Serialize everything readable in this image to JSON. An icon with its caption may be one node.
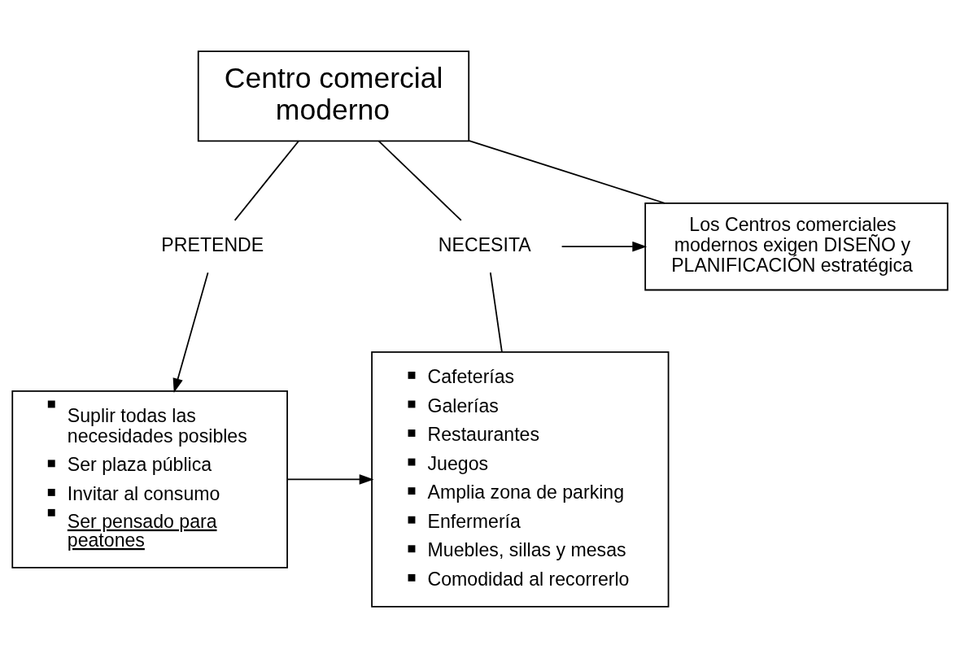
{
  "diagram": {
    "nodes": [
      {
        "text": [
          "Centro comercial moderno"
        ]
      },
      {
        "text": [
          "PRETENDE"
        ]
      },
      {
        "text": [
          "NECESITA"
        ]
      },
      {
        "text": [
          "Los Centros comerciales modernos exigen DISEÑO y PLANIFICACIÓN estratégica"
        ]
      },
      {
        "text": [
          "Suplir todas las necesidades posibles",
          "Ser plaza pública",
          "Invitar al consumo",
          "Ser pensado para peatones"
        ]
      },
      {
        "text": [
          "Cafeterías",
          "Galerías",
          "Restaurantes",
          "Juegos",
          "Amplia zona de parking",
          "Enfermería",
          "Muebles, sillas y mesas",
          "Comodidad al recorrerlo"
        ]
      }
    ],
    "edges": [
      {
        "from": 0,
        "to": 1,
        "arrow": "none"
      },
      {
        "from": 0,
        "to": 2,
        "arrow": "none"
      },
      {
        "from": 0,
        "to": 3,
        "arrow": "none"
      },
      {
        "from": 1,
        "to": 4,
        "arrow": "to"
      },
      {
        "from": 2,
        "to": 3,
        "arrow": "to"
      },
      {
        "from": 2,
        "to": 5,
        "arrow": "none"
      },
      {
        "from": 4,
        "to": 5,
        "arrow": "to"
      }
    ]
  }
}
